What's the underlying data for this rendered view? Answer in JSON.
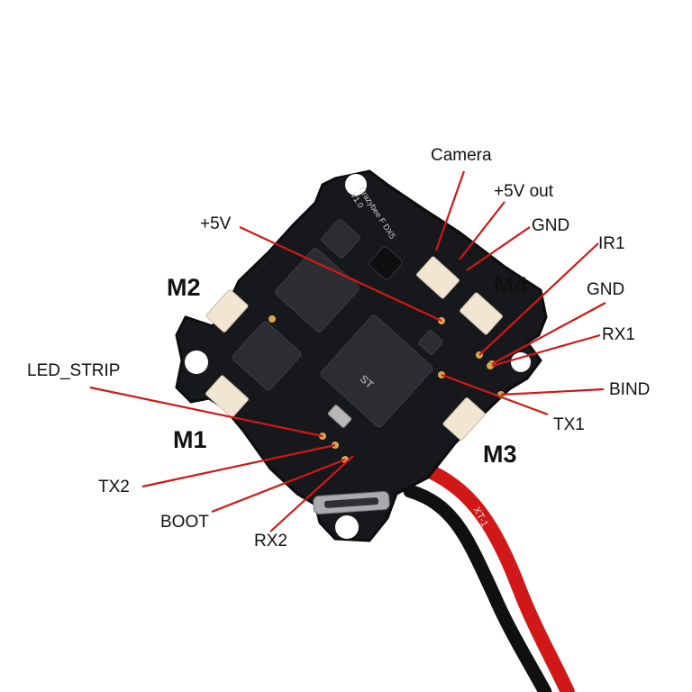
{
  "board": {
    "silkscreen_name": "Crazybee F DX5",
    "silkscreen_version": "V1.0",
    "mcu_brand": "ST",
    "cable_print": "XT-1"
  },
  "colors": {
    "board": "#16181b",
    "board_edge": "#0b0c0e",
    "connector": "#f0e6d2",
    "pad": "#d8a64a",
    "leader_line": "#d01818",
    "wire_red": "#d01818",
    "wire_black": "#101010"
  },
  "motors": {
    "m1": "M1",
    "m2": "M2",
    "m3": "M3",
    "m4": "M4"
  },
  "labels": {
    "camera": "Camera",
    "plus5v_out": "+5V out",
    "gnd_top": "GND",
    "ir1": "IR1",
    "gnd_right": "GND",
    "rx1": "RX1",
    "bind": "BIND",
    "tx1": "TX1",
    "plus5v": "+5V",
    "led_strip": "LED_STRIP",
    "tx2": "TX2",
    "boot": "BOOT",
    "rx2": "RX2"
  }
}
